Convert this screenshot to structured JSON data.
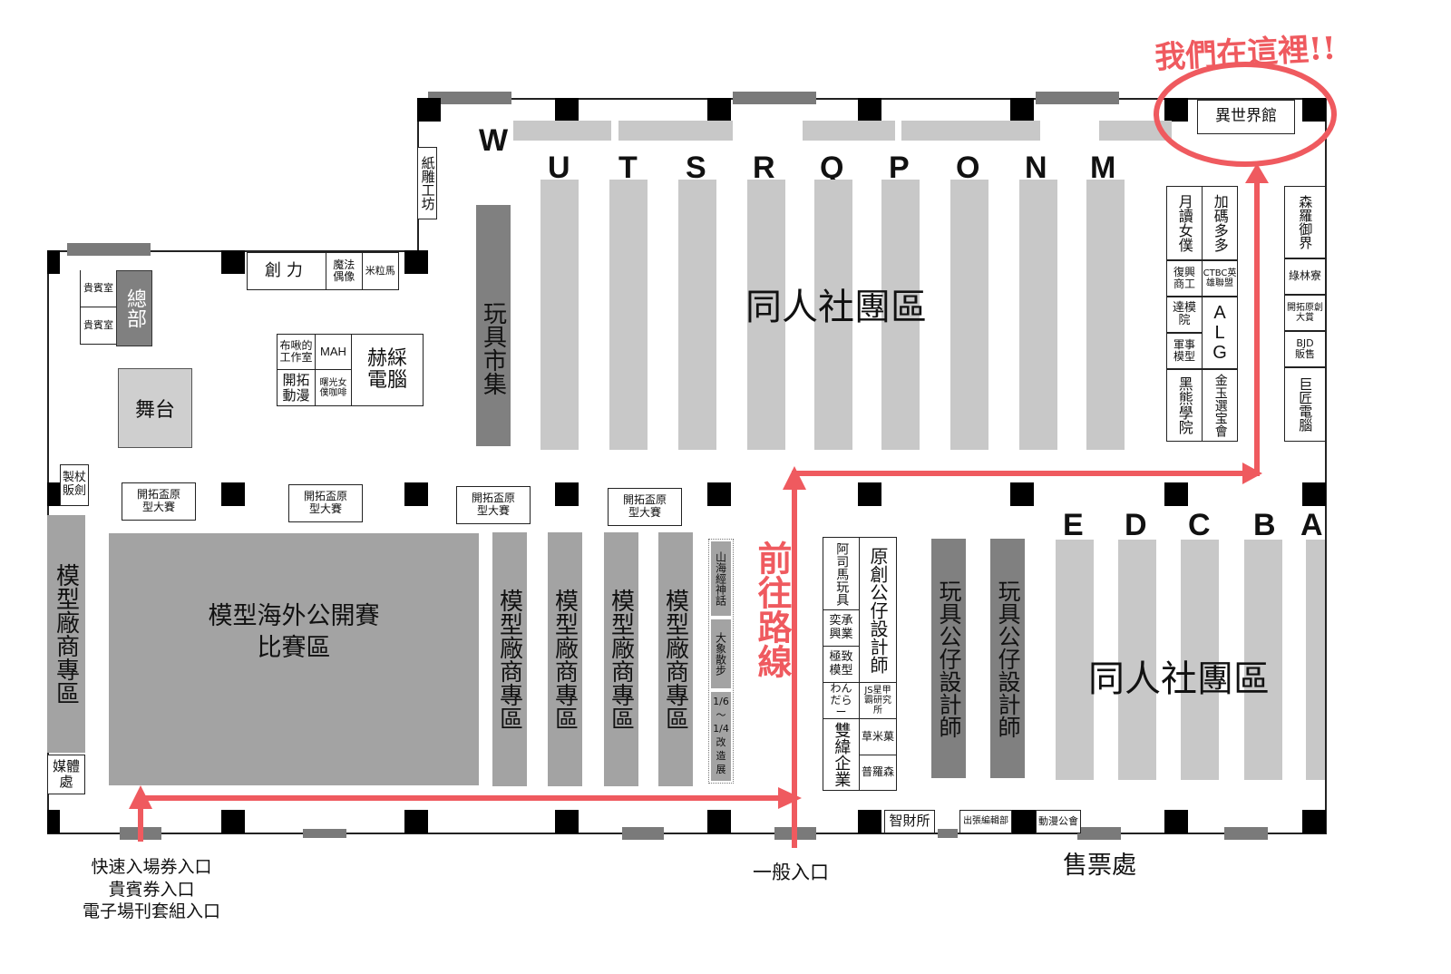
{
  "annotation": {
    "we_are_here": "我們在這裡!!",
    "route_label": "前往路線",
    "accent_color": "#ef5a5f"
  },
  "highlight_booth": "異世界館",
  "row_letters_top": [
    "W",
    "U",
    "T",
    "S",
    "R",
    "Q",
    "P",
    "O",
    "N",
    "M"
  ],
  "row_letters_bottom": [
    "E",
    "D",
    "C",
    "B",
    "A"
  ],
  "zones": {
    "doujin_top": "同人社團區",
    "doujin_bottom": "同人社團區",
    "toy_market": "玩具市集",
    "paper_craft": "紙雕工坊",
    "hq": "總部",
    "vip_room_1": "貴賓室",
    "vip_room_2": "貴賓室",
    "stage": "舞台",
    "model_vendor_left": "模型廠商專區",
    "competition": [
      "模型海外公開賽",
      "比賽區"
    ],
    "model_vendor_cols": [
      "模型廠商專區",
      "模型廠商專區",
      "模型廠商專區",
      "模型廠商專區"
    ],
    "toy_designer_cols": [
      "玩具公仔設計師",
      "玩具公仔設計師"
    ],
    "original_designer": "原創公仔設計師",
    "media": "媒體處",
    "staff_sword": "製杖販劍"
  },
  "top_left_booths": {
    "chuangli": "創力",
    "magic_idol": "魔法偶像",
    "mi_li_ma": "米粒馬",
    "bu_qiu": "布啾的工作室",
    "mah": "MAH",
    "hecai": "赫綵電腦",
    "kaituo_dongman": "開拓動漫",
    "shuguang": "曙光女僕咖啡"
  },
  "prototype_contest_boxes": [
    "開拓盃原型大賽",
    "開拓盃原型大賽",
    "開拓盃原型大賽",
    "開拓盃原型大賽"
  ],
  "small_exhibits": [
    "山海經神話",
    "大象散步",
    "1/6～1/4改造展"
  ],
  "right_block_left": [
    "月讀女僕",
    "復興商工",
    "達模院",
    "軍事模型",
    "黑熊學院"
  ],
  "right_block_mid": [
    "加碼多多",
    "CTBC英雄聯盟",
    "ALG",
    "金玉選宝會"
  ],
  "right_block_far": [
    "森羅御界",
    "綠林寮",
    "開拓原創大賞",
    "BJD販售",
    "巨匠電腦"
  ],
  "lower_mid_booths": {
    "asima": "阿司馬玩具",
    "yicheng": "奕承興業",
    "jizhi": "極致模型",
    "wandara": "わんだらー",
    "js_lab": "JS星甲霸研究所",
    "shuangwei": "雙緯企業",
    "caomiguo": "草米菓",
    "puluosen": "普羅森"
  },
  "bottom_booths": {
    "ip_office": "智財所",
    "editorial": "出張編輯部",
    "anime_assoc": "動漫公會"
  },
  "entrances": {
    "fast_entry": [
      "快速入場券入口",
      "貴賓券入口",
      "電子場刊套組入口"
    ],
    "general": "一般入口",
    "ticket": "售票處"
  }
}
